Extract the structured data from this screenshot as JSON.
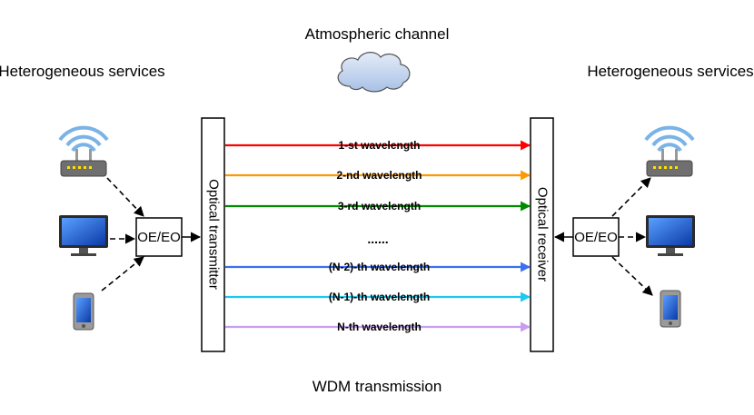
{
  "labels": {
    "atmospheric_channel": "Atmospheric channel",
    "services_left": "Heterogeneous services",
    "services_right": "Heterogeneous services",
    "oeeo_left": "OE/EO",
    "oeeo_right": "OE/EO",
    "transmitter": "Optical transmitter",
    "receiver": "Optical receiver",
    "ellipsis": "......",
    "wdm": "WDM transmission"
  },
  "wavelengths": [
    {
      "label": "1-st wavelength",
      "color": "#ff0000"
    },
    {
      "label": "2-nd wavelength",
      "color": "#ff9900"
    },
    {
      "label": "3-rd wavelength",
      "color": "#008a00"
    },
    {
      "label": "(N-2)-th wavelength",
      "color": "#3b6ff0"
    },
    {
      "label": "(N-1)-th wavelength",
      "color": "#1ec8f0"
    },
    {
      "label": "N-th wavelength",
      "color": "#c79df2"
    }
  ],
  "devices": {
    "left": [
      "wifi-router-icon",
      "monitor-icon",
      "smartphone-icon"
    ],
    "right": [
      "wifi-router-icon",
      "monitor-icon",
      "smartphone-icon"
    ]
  },
  "colors": {
    "cloud_fill": "#c5d6f0",
    "cloud_stroke": "#555555",
    "router_blue": "#7ab3e6",
    "router_led": "#ffe000"
  }
}
